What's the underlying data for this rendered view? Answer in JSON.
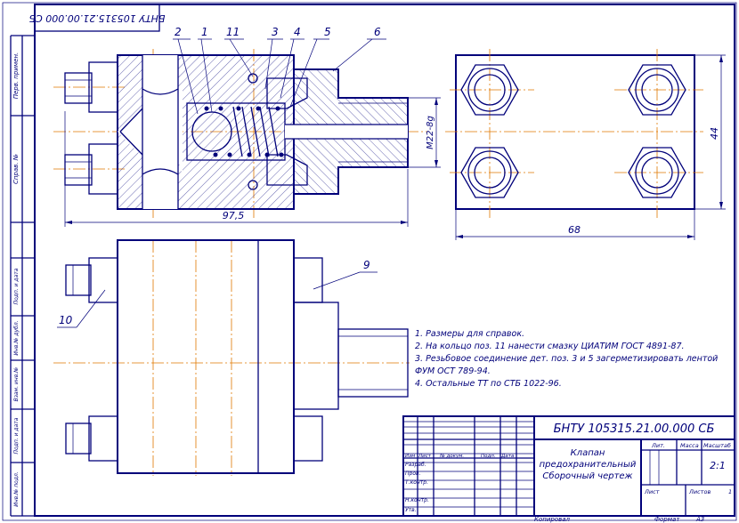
{
  "doc_code_rotated": "БНТУ 105315.21.00.000 СБ",
  "side_labels": [
    "Перв. примен.",
    "Справ. №",
    "Подп. и дата",
    "Инв.№ дубл.",
    "Взам. инв.№",
    "Подп. и дата",
    "Инв.№ подл."
  ],
  "leaders": [
    "2",
    "1",
    "11",
    "3",
    "4",
    "5",
    "6",
    "9",
    "10"
  ],
  "dims": {
    "length": "97,5",
    "thread": "M22-8g",
    "width": "68",
    "height": "44"
  },
  "notes": [
    "1. Размеры для справок.",
    "2. На кольцо поз. 11 нанести смазку ЦИАТИМ ГОСТ 4891-87.",
    "3. Резьбовое соединение дет. поз. 3 и 5 загерметизировать лентой",
    "ФУМ ОСТ 789-94.",
    "4. Остальные ТТ по СТБ 1022-96."
  ],
  "title_block": {
    "doc_code": "БНТУ 105315.21.00.000 СБ",
    "name_line1": "Клапан",
    "name_line2": "предохранительный",
    "name_line3": "Сборочный чертеж",
    "col_headers": [
      "Изм",
      "Лист",
      "№ докум.",
      "Подп.",
      "Дата"
    ],
    "rows": [
      "Разраб.",
      "Пров.",
      "Т.контр.",
      "",
      "Н.контр.",
      "Утв."
    ],
    "lit": "Лит.",
    "mass": "Масса",
    "scale": "Масштаб",
    "scale_value": "2:1",
    "sheet": "Лист",
    "sheets": "Листов",
    "sheets_value": "1"
  },
  "footer": {
    "copied": "Копировал",
    "format": "Формат",
    "format_value": "А3"
  }
}
